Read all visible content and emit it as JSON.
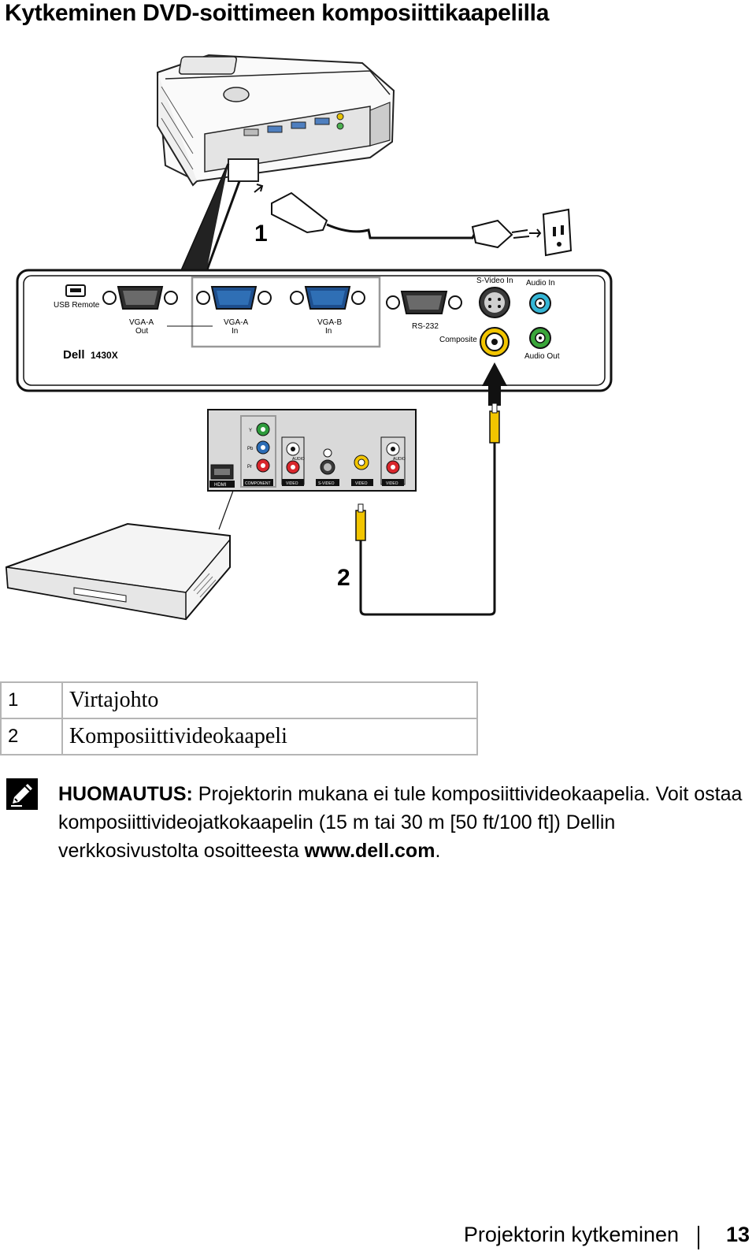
{
  "page": {
    "title": "Kytkeminen DVD-soittimeen komposiittikaapelilla"
  },
  "diagram": {
    "callouts": {
      "power_cable": "1",
      "composite_cable": "2"
    },
    "projector_panel": {
      "brand": "Dell",
      "model": "1430X",
      "usb_remote": "USB Remote",
      "vga_a_out_line1": "VGA-A",
      "vga_a_out_line2": "Out",
      "vga_a_in_line1": "VGA-A",
      "vga_a_in_line2": "In",
      "vga_b_in_line1": "VGA-B",
      "vga_b_in_line2": "In",
      "rs232": "RS-232",
      "svideo_in": "S-Video In",
      "audio_in": "Audio In",
      "composite": "Composite",
      "audio_out": "Audio Out"
    },
    "dvd_panel": {
      "hdmi": "HDMI",
      "component": "COMPONENT",
      "video": "VIDEO",
      "svideo": "S-VIDEO",
      "audio": "AUDIO",
      "y": "Y",
      "pb": "Pb",
      "pr": "Pr"
    }
  },
  "legend": [
    {
      "num": "1",
      "label": "Virtajohto"
    },
    {
      "num": "2",
      "label": "Komposiittivideokaapeli"
    }
  ],
  "note": {
    "label": "HUOMAUTUS:",
    "text_before": " Projektorin mukana ei tule komposiittivideokaapelia. Voit ostaa komposiittivideojatkokaapelin (15 m tai 30 m [50 ft/100 ft]) Dellin verkkosivustolta osoitteesta ",
    "link": "www.dell.com",
    "text_after": "."
  },
  "footer": {
    "section": "Projektorin kytkeminen",
    "page_number": "13"
  },
  "colors": {
    "vga_blue": "#2f6fb5",
    "composite_yellow": "#f2c500",
    "audio_in_cyan": "#35b6d6",
    "audio_out_green": "#3aa63a",
    "component_green": "#2e9b3c",
    "component_blue": "#2b6cb5",
    "red": "#d8262c"
  }
}
